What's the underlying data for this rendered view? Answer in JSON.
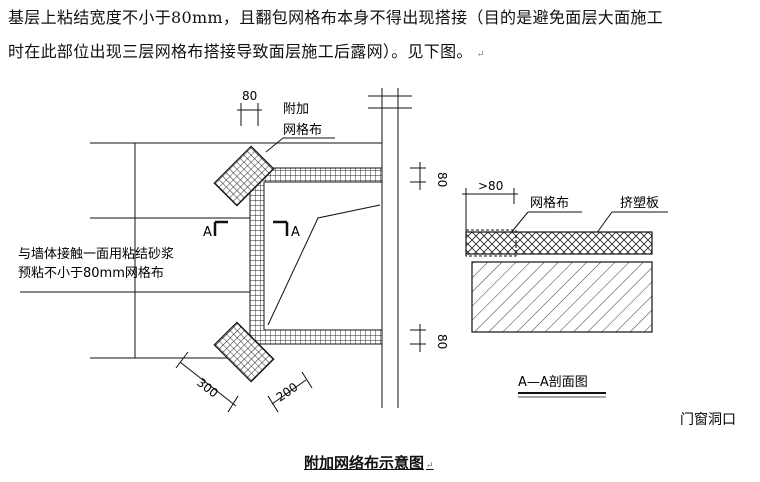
{
  "paragraph": {
    "line1": "基层上粘结宽度不小于80mm，且翻包网格布本身不得出现搭接（目的是避免面层大面施工",
    "line2": "时在此部位出现三层网格布搭接导致面层施工后露网）。见下图。",
    "return_mark": "↵"
  },
  "figure": {
    "dim_80_top": "80",
    "label_fujia": "附加",
    "label_wanggebu": "网格布",
    "section_a_left": "A",
    "section_a_right": "A",
    "note_line1": "与墙体接触一面用粘结砂浆",
    "note_line2": "预粘不小于80mm网格布",
    "dim_80_right_top": "80",
    "dim_80_right_bottom": "80",
    "dim_300": "300",
    "dim_200": "200",
    "section_dim": ">80",
    "section_label_mesh": "网格布",
    "section_label_board": "挤塑板",
    "section_title": "A—A剖面图",
    "opening_label": "门窗洞口"
  },
  "caption": {
    "text": "附加网络布示意图",
    "return_mark": "↵"
  }
}
